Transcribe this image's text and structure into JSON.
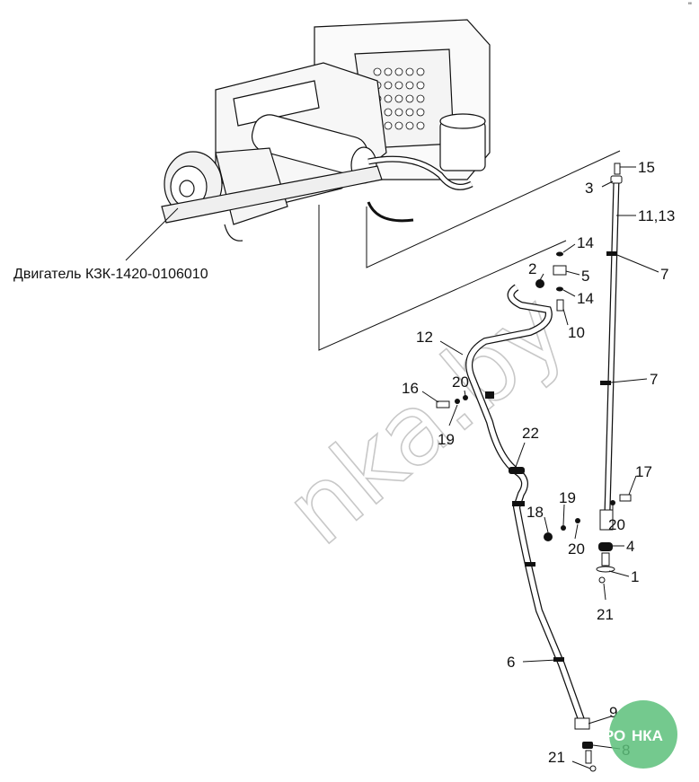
{
  "caption": "Двигатель КЗК-1420-0106010",
  "watermark": "nka.by",
  "corner_mark": "\"",
  "logo": {
    "text_left": "АГРО",
    "text_right": "НКА",
    "color": "#5cc07a"
  },
  "callouts": [
    {
      "id": "c15",
      "text": "15"
    },
    {
      "id": "c3",
      "text": "3"
    },
    {
      "id": "c1113",
      "text": "11,13"
    },
    {
      "id": "c14a",
      "text": "14"
    },
    {
      "id": "c7a",
      "text": "7"
    },
    {
      "id": "c2",
      "text": "2"
    },
    {
      "id": "c5",
      "text": "5"
    },
    {
      "id": "c14b",
      "text": "14"
    },
    {
      "id": "c10",
      "text": "10"
    },
    {
      "id": "c12",
      "text": "12"
    },
    {
      "id": "c7b",
      "text": "7"
    },
    {
      "id": "c16",
      "text": "16"
    },
    {
      "id": "c20a",
      "text": "20"
    },
    {
      "id": "c19a",
      "text": "19"
    },
    {
      "id": "c22",
      "text": "22"
    },
    {
      "id": "c17",
      "text": "17"
    },
    {
      "id": "c18",
      "text": "18"
    },
    {
      "id": "c19b",
      "text": "19"
    },
    {
      "id": "c20b",
      "text": "20"
    },
    {
      "id": "c20c",
      "text": "20"
    },
    {
      "id": "c4",
      "text": "4"
    },
    {
      "id": "c1",
      "text": "1"
    },
    {
      "id": "c21a",
      "text": "21"
    },
    {
      "id": "c6",
      "text": "6"
    },
    {
      "id": "c9",
      "text": "9"
    },
    {
      "id": "c8",
      "text": "8"
    },
    {
      "id": "c21b",
      "text": "21"
    }
  ]
}
